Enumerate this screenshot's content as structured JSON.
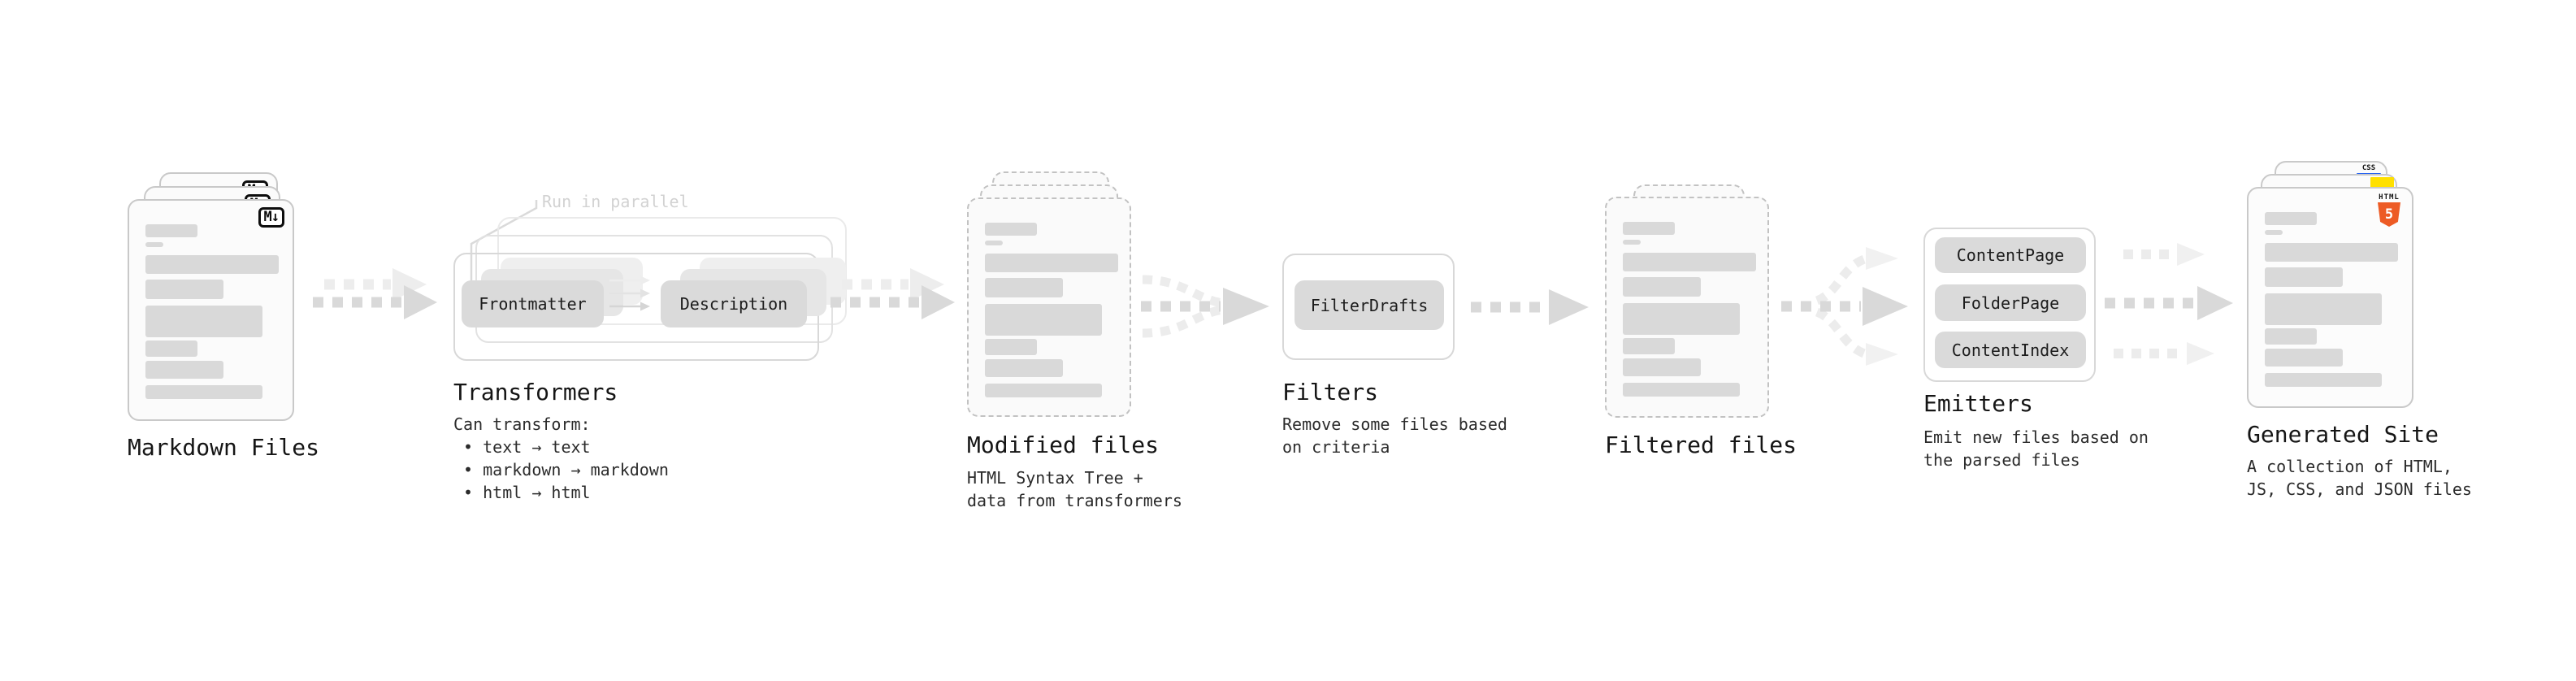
{
  "stages": {
    "markdown_files": {
      "label": "Markdown Files",
      "badge": "M↓"
    },
    "transformers": {
      "label": "Transformers",
      "parallel_note": "Run in parallel",
      "pill_left": "Frontmatter",
      "pill_right": "Description",
      "note": "Can transform:\n • text → text\n • markdown → markdown\n • html → html"
    },
    "modified_files": {
      "label": "Modified files",
      "note": "HTML Syntax Tree +\ndata from transformers"
    },
    "filters": {
      "label": "Filters",
      "pill": "FilterDrafts",
      "note": "Remove some files based\non criteria"
    },
    "filtered_files": {
      "label": "Filtered files"
    },
    "emitters": {
      "label": "Emitters",
      "pills": [
        "ContentPage",
        "FolderPage",
        "ContentIndex"
      ],
      "note": "Emit new files based on\nthe parsed files"
    },
    "generated_site": {
      "label": "Generated Site",
      "note": "A collection of HTML,\nJS, CSS, and JSON files",
      "badge_css": "CSS",
      "badge_html_word": "HTML",
      "badge_html_number": "5"
    }
  },
  "colors": {
    "html5_orange": "#ed5b25",
    "js_yellow": "#ffe000",
    "css_blue": "#2965f1"
  }
}
